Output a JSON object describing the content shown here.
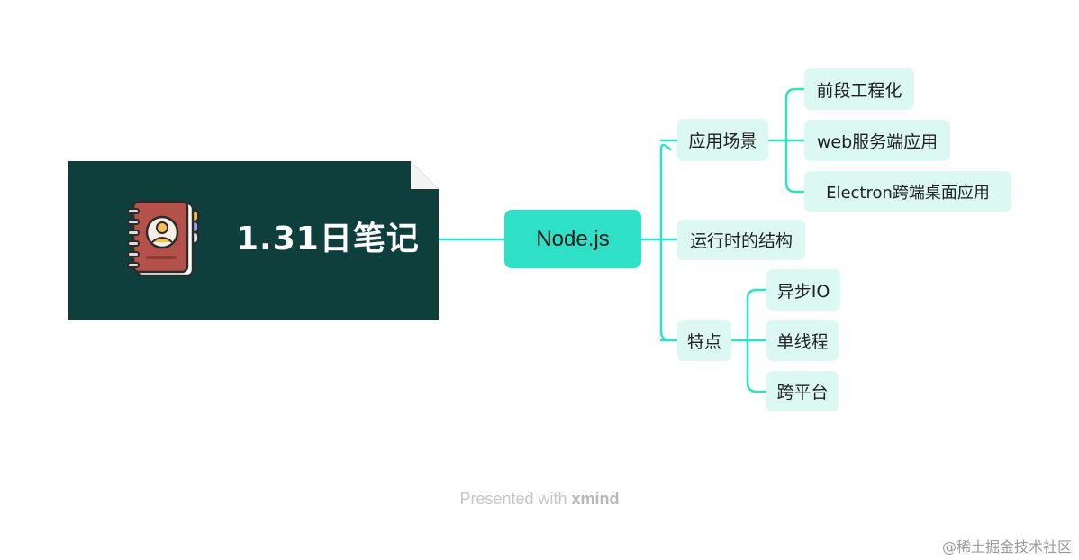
{
  "central_topic": {
    "title": "1.31日笔记",
    "icon": "notebook-icon"
  },
  "main_topic": {
    "label": "Node.js"
  },
  "branches": [
    {
      "label": "应用场景",
      "children": [
        "前段工程化",
        "web服务端应用",
        "Electron跨端桌面应用"
      ]
    },
    {
      "label": "运行时的结构",
      "children": []
    },
    {
      "label": "特点",
      "children": [
        "异步IO",
        "单线程",
        "跨平台"
      ]
    }
  ],
  "footer": {
    "presented_with": "Presented with",
    "brand": "xmind"
  },
  "credit": "@稀土掘金技术社区",
  "colors": {
    "central_bg": "#0e3f3d",
    "main_topic_bg": "#2ee1c6",
    "subtopic_bg": "#dcf8f2",
    "connector": "#2ee1c6"
  }
}
